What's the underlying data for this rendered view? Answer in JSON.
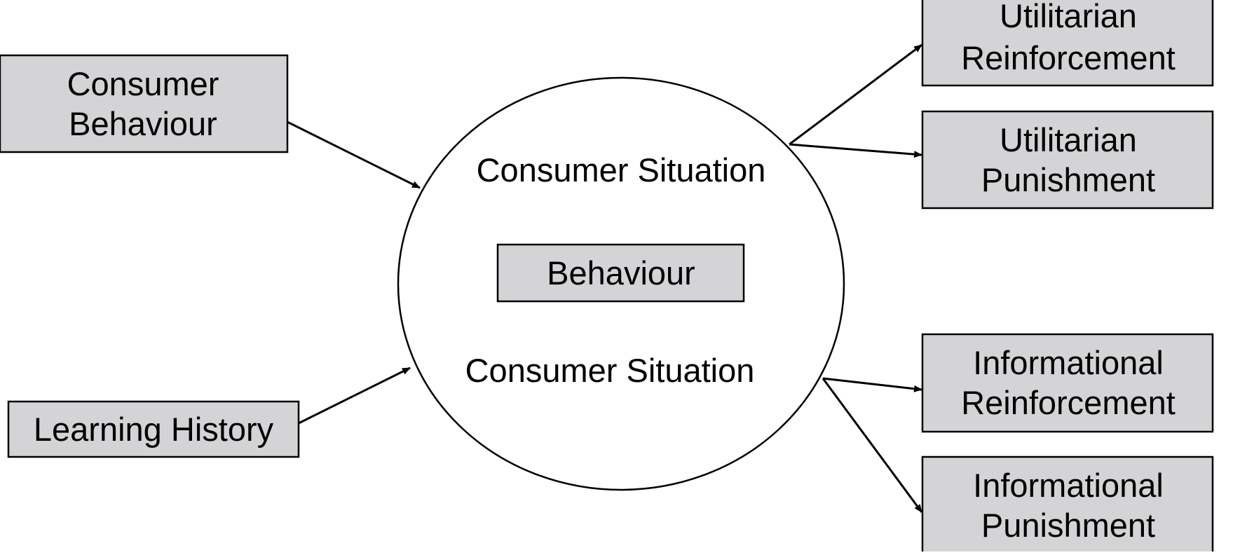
{
  "colors": {
    "box_fill": "#d4d4d6",
    "stroke": "#000000",
    "background": "#ffffff",
    "circle_fill": "#ffffff"
  },
  "boxes": {
    "consumer_behaviour": {
      "line1": "Consumer",
      "line2": "Behaviour"
    },
    "learning_history": {
      "label": "Learning History"
    },
    "behaviour": {
      "label": "Behaviour"
    },
    "utilitarian_reinforcement": {
      "line1": "Utilitarian",
      "line2": "Reinforcement"
    },
    "utilitarian_punishment": {
      "line1": "Utilitarian",
      "line2": "Punishment"
    },
    "informational_reinforcement": {
      "line1": "Informational",
      "line2": "Reinforcement"
    },
    "informational_punishment": {
      "line1": "Informational",
      "line2": "Punishment"
    }
  },
  "circle": {
    "upper_label": "Consumer Situation",
    "lower_label": "Consumer Situation"
  }
}
